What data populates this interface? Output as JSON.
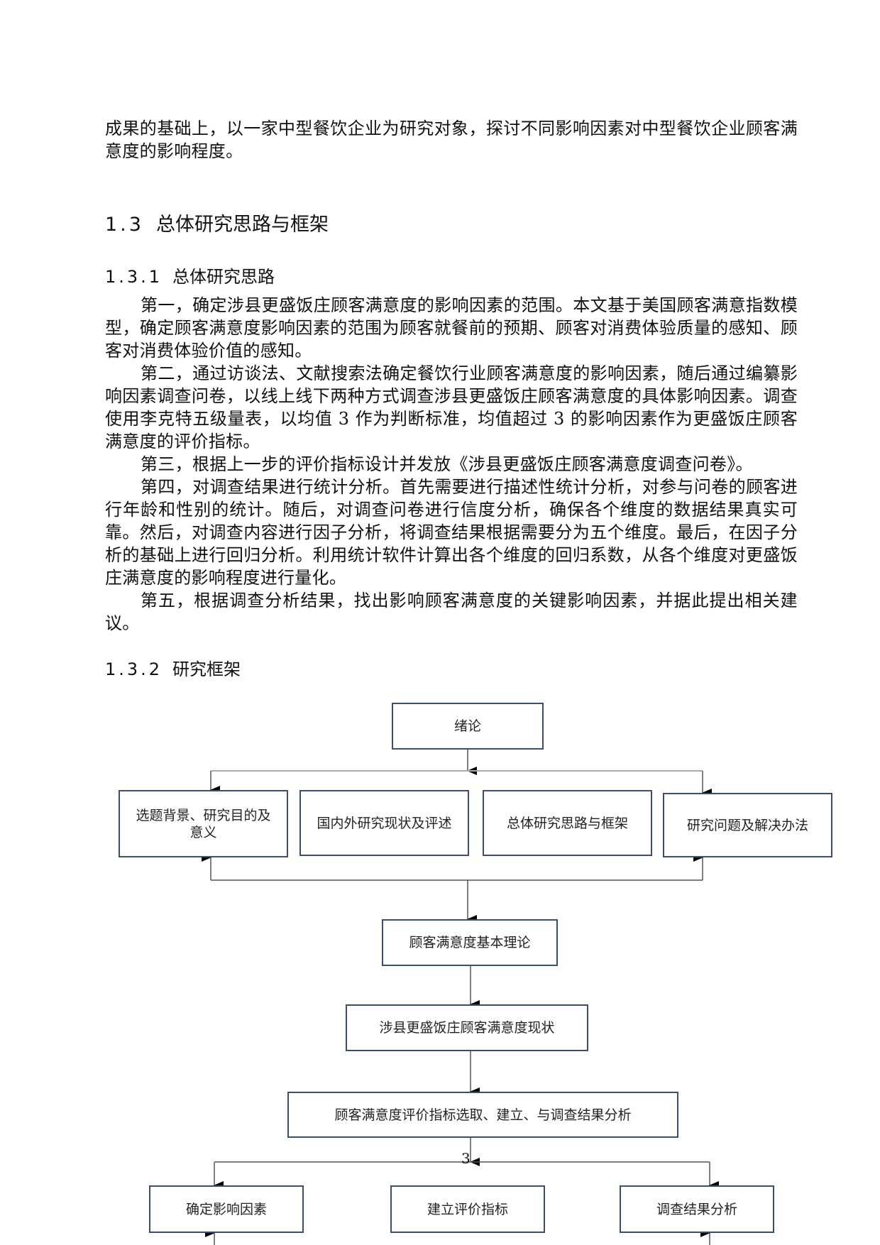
{
  "intro_paragraph": "成果的基础上，以一家中型餐饮企业为研究对象，探讨不同影响因素对中型餐饮企业顾客满意度的影响程度。",
  "section": {
    "number": "1.3",
    "title": "总体研究思路与框架"
  },
  "subsection_1": {
    "number": "1.3.1",
    "title": "总体研究思路",
    "paragraphs": [
      "第一，确定涉县更盛饭庄顾客满意度的影响因素的范围。本文基于美国顾客满意指数模型，确定顾客满意度影响因素的范围为顾客就餐前的预期、顾客对消费体验质量的感知、顾客对消费体验价值的感知。",
      "第二，通过访谈法、文献搜索法确定餐饮行业顾客满意度的影响因素，随后通过编纂影响因素调查问卷，以线上线下两种方式调查涉县更盛饭庄顾客满意度的具体影响因素。调查使用李克特五级量表，以均值 3 作为判断标准，均值超过 3 的影响因素作为更盛饭庄顾客满意度的评价指标。",
      "第三，根据上一步的评价指标设计并发放《涉县更盛饭庄顾客满意度调查问卷》。",
      "第四，对调查结果进行统计分析。首先需要进行描述性统计分析，对参与问卷的顾客进行年龄和性别的统计。随后，对调查问卷进行信度分析，确保各个维度的数据结果真实可靠。然后，对调查内容进行因子分析，将调查结果根据需要分为五个维度。最后，在因子分析的基础上进行回归分析。利用统计软件计算出各个维度的回归系数，从各个维度对更盛饭庄满意度的影响程度进行量化。",
      "第五，根据调查分析结果，找出影响顾客满意度的关键影响因素，并据此提出相关建议。"
    ]
  },
  "subsection_2": {
    "number": "1.3.2",
    "title": "研究框架"
  },
  "diagram": {
    "border_color": "#3b4e6b",
    "nodes": {
      "intro": "绪论",
      "background": "选题背景、研究目的及意义",
      "literature": "国内外研究现状及评述",
      "framework": "总体研究思路与框架",
      "problems": "研究问题及解决办法",
      "theory": "顾客满意度基本理论",
      "status": "涉县更盛饭庄顾客满意度现状",
      "indicators": "顾客满意度评价指标选取、建立、与调查结果分析",
      "factors": "确定影响因素",
      "build_index": "建立评价指标",
      "analysis": "调查结果分析"
    }
  },
  "page_number": "3"
}
